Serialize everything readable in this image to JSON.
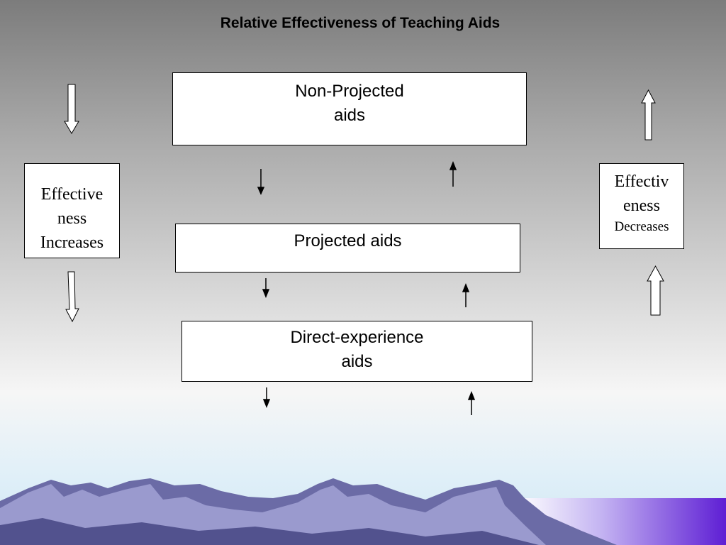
{
  "title": "Relative Effectiveness of Teaching Aids",
  "nodes": {
    "non_projected": "Non-Projected\naids",
    "projected": "Projected aids",
    "direct_experience": "Direct-experience\naids"
  },
  "left_label": "Effective\nness\nIncreases",
  "right_label": {
    "main": "Effectiv\neness",
    "sub": "Decreases"
  },
  "colors": {
    "mountain_dark": "#5a5a9a",
    "mountain_light": "#8a8ac2",
    "band": "#6a2ad8"
  }
}
